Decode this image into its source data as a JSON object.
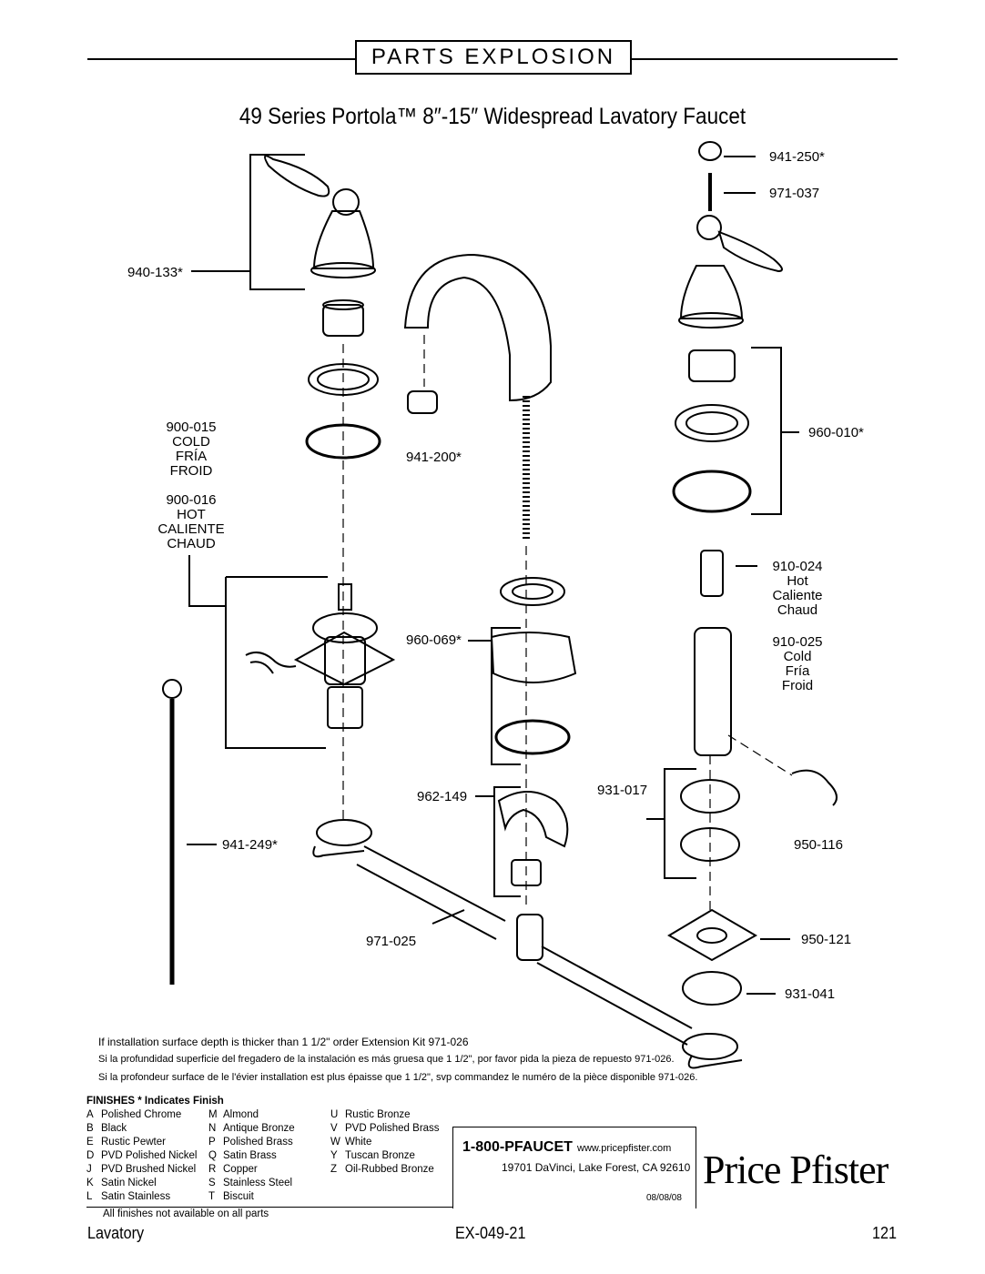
{
  "header": {
    "banner": "PARTS EXPLOSION",
    "title": "49 Series Portola™  8″-15″ Widespread Lavatory Faucet"
  },
  "parts": {
    "p941_250": "941-250*",
    "p971_037": "971-037",
    "p940_133": "940-133*",
    "p900_015": [
      "900-015",
      "COLD",
      "FRÍA",
      "FROID"
    ],
    "p900_016": [
      "900-016",
      "HOT",
      "CALIENTE",
      "CHAUD"
    ],
    "p941_200": "941-200*",
    "p960_010": "960-010*",
    "p910_024": [
      "910-024",
      "Hot",
      "Caliente",
      "Chaud"
    ],
    "p910_025": [
      "910-025",
      "Cold",
      "Fría",
      "Froid"
    ],
    "p960_069": "960-069*",
    "p962_149": "962-149",
    "p931_017": "931-017",
    "p950_116": "950-116",
    "p941_249": "941-249*",
    "p971_025": "971-025",
    "p950_121": "950-121",
    "p931_041": "931-041"
  },
  "notes": {
    "en": "If installation surface depth is thicker than 1 1/2\" order Extension Kit 971-026",
    "es": "Si la profundidad superficie del fregadero de la instalación es más gruesa que 1 1/2\", por favor pida la pieza de repuesto 971-026.",
    "fr": "Si la profondeur surface de le l'évier installation est plus épaisse que 1 1/2\", svp commandez le numéro de la pièce disponible 971-026."
  },
  "finishes": {
    "heading": "FINISHES * Indicates Finish",
    "col1": [
      [
        "A",
        "Polished Chrome"
      ],
      [
        "B",
        "Black"
      ],
      [
        "E",
        "Rustic Pewter"
      ],
      [
        "D",
        "PVD Polished Nickel"
      ],
      [
        "J",
        "PVD Brushed Nickel"
      ],
      [
        "K",
        "Satin Nickel"
      ],
      [
        "L",
        "Satin Stainless"
      ]
    ],
    "col2": [
      [
        "M",
        "Almond"
      ],
      [
        "N",
        "Antique Bronze"
      ],
      [
        "P",
        "Polished Brass"
      ],
      [
        "Q",
        "Satin Brass"
      ],
      [
        "R",
        "Copper"
      ],
      [
        "S",
        "Stainless Steel"
      ],
      [
        "T",
        "Biscuit"
      ]
    ],
    "col3": [
      [
        "U",
        "Rustic Bronze"
      ],
      [
        "V",
        "PVD Polished Brass"
      ],
      [
        "W",
        "White"
      ],
      [
        "Y",
        "Tuscan Bronze"
      ],
      [
        "Z",
        "Oil-Rubbed Bronze"
      ]
    ],
    "footnote": "All finishes not available on all parts"
  },
  "contact": {
    "phone": "1-800-PFAUCET",
    "web": "www.pricepfister.com",
    "address": "19701 DaVinci, Lake Forest, CA  92610",
    "date": "08/08/08",
    "brand": "Price Pfister"
  },
  "footer": {
    "section": "Lavatory",
    "doc": "EX-049-21",
    "page": "121"
  }
}
